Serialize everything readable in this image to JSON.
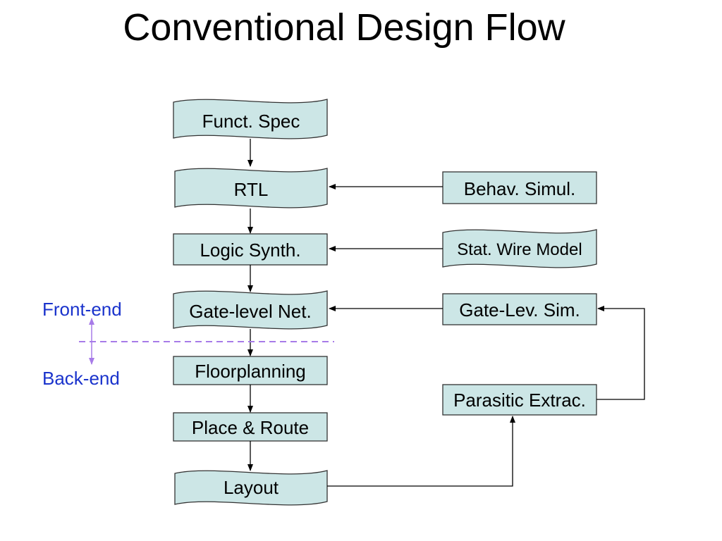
{
  "title": "Conventional Design Flow",
  "flow": {
    "funct_spec": "Funct. Spec",
    "rtl": "RTL",
    "logic_synth": "Logic Synth.",
    "gate_level_net": "Gate-level Net.",
    "floorplanning": "Floorplanning",
    "place_route": "Place & Route",
    "layout": "Layout"
  },
  "side": {
    "behav_simul": "Behav. Simul.",
    "stat_wire_model": "Stat. Wire Model",
    "gate_lev_sim": "Gate-Lev. Sim.",
    "parasitic_extrac": "Parasitic Extrac."
  },
  "divider": {
    "front_end": "Front-end",
    "back_end": "Back-end"
  },
  "colors": {
    "box_fill": "#cce6e6",
    "divider": "#a77be8",
    "side_label": "#1a33cc"
  }
}
